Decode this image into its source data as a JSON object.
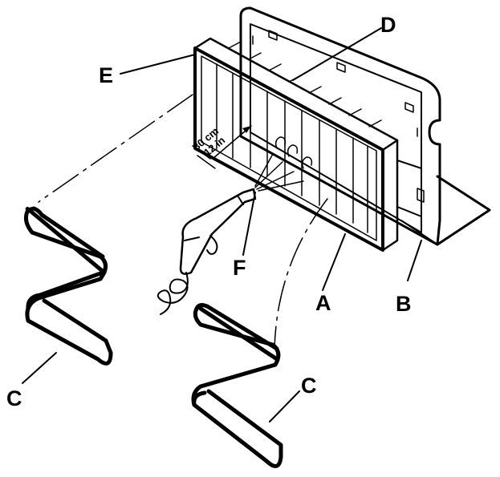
{
  "labels": {
    "A": "A",
    "B": "B",
    "C_left": "C",
    "C_right": "C",
    "D": "D",
    "E": "E",
    "F": "F"
  },
  "dimension": {
    "metric": "30 cm",
    "imperial": "12 in"
  },
  "colors": {
    "ink": "#000000",
    "background": "#ffffff"
  }
}
